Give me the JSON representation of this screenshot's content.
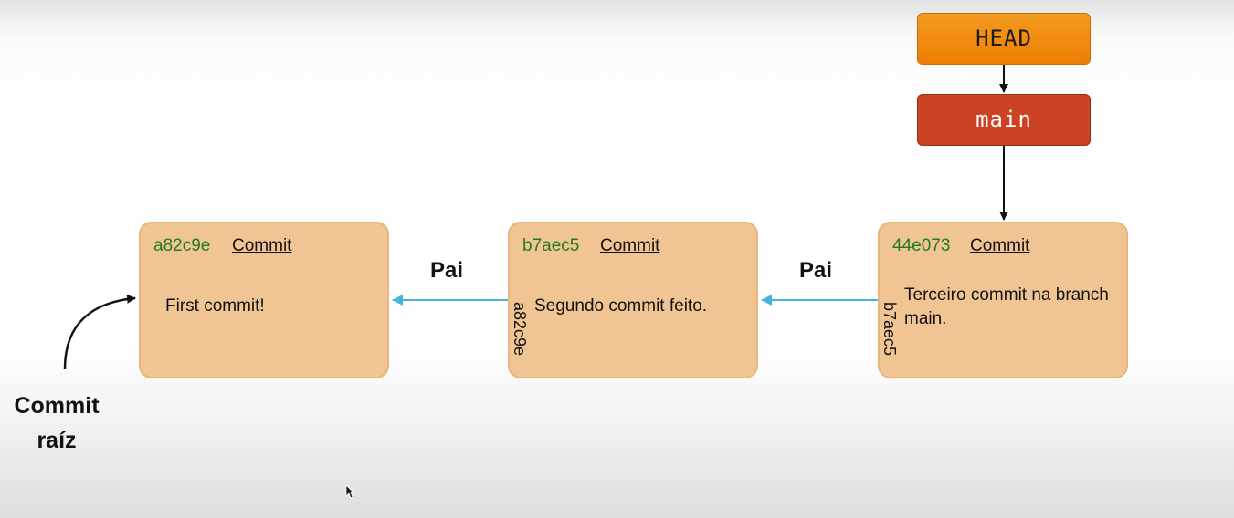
{
  "refs": {
    "head": "HEAD",
    "main": "main"
  },
  "commits": [
    {
      "hash": "a82c9e",
      "kind": "Commit",
      "message": "First commit!",
      "parent": ""
    },
    {
      "hash": "b7aec5",
      "kind": "Commit",
      "message": "Segundo commit feito.",
      "parent": "a82c9e"
    },
    {
      "hash": "44e073",
      "kind": "Commit",
      "message": "Terceiro commit na branch main.",
      "parent": "b7aec5"
    }
  ],
  "edges": {
    "parent_label": "Pai"
  },
  "root_label": "Commit raíz",
  "colors": {
    "commit_fill": "#f1c593",
    "hash_text": "#247a1e",
    "head_fill": "#f08c10",
    "main_fill": "#cb4225",
    "parent_arrow": "#45b4d9"
  }
}
